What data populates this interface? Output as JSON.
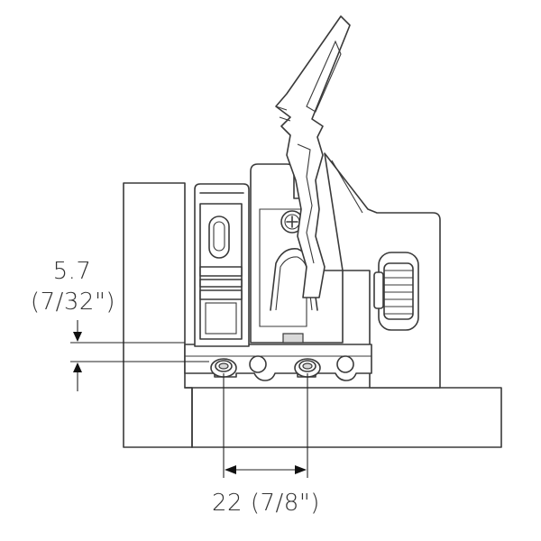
{
  "dimensions": {
    "vertical_metric": "5.7",
    "vertical_imperial": "(7/32\")",
    "horizontal": "22 (7/8\")"
  }
}
